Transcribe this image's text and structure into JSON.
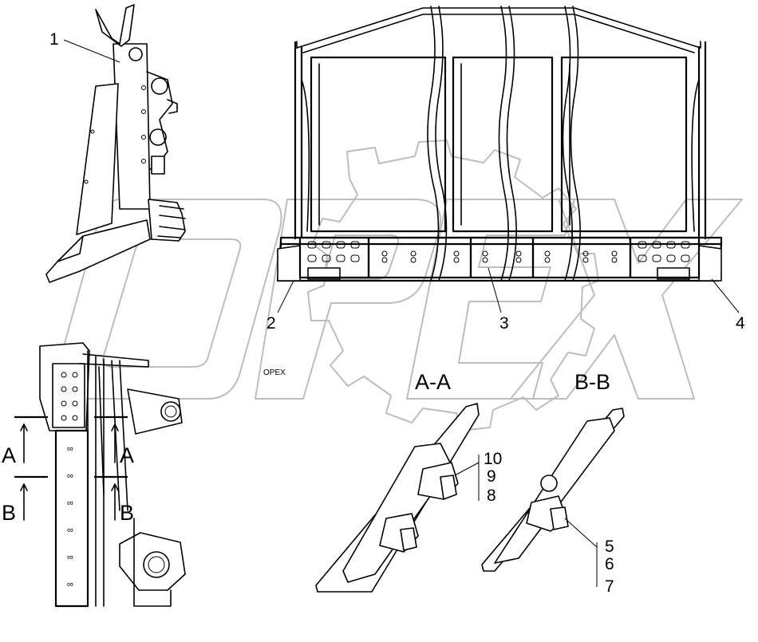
{
  "watermark": {
    "text": "OPEX",
    "color": "#bdbdbd"
  },
  "callouts": {
    "item1": "1",
    "item2": "2",
    "item3": "3",
    "item4": "4",
    "item5": "5",
    "item6": "6",
    "item7": "7",
    "item8": "8",
    "item9": "9",
    "item10": "10"
  },
  "sections": {
    "aa_title": "A-A",
    "bb_title": "B-B",
    "a_marker": "A",
    "b_marker": "B"
  }
}
